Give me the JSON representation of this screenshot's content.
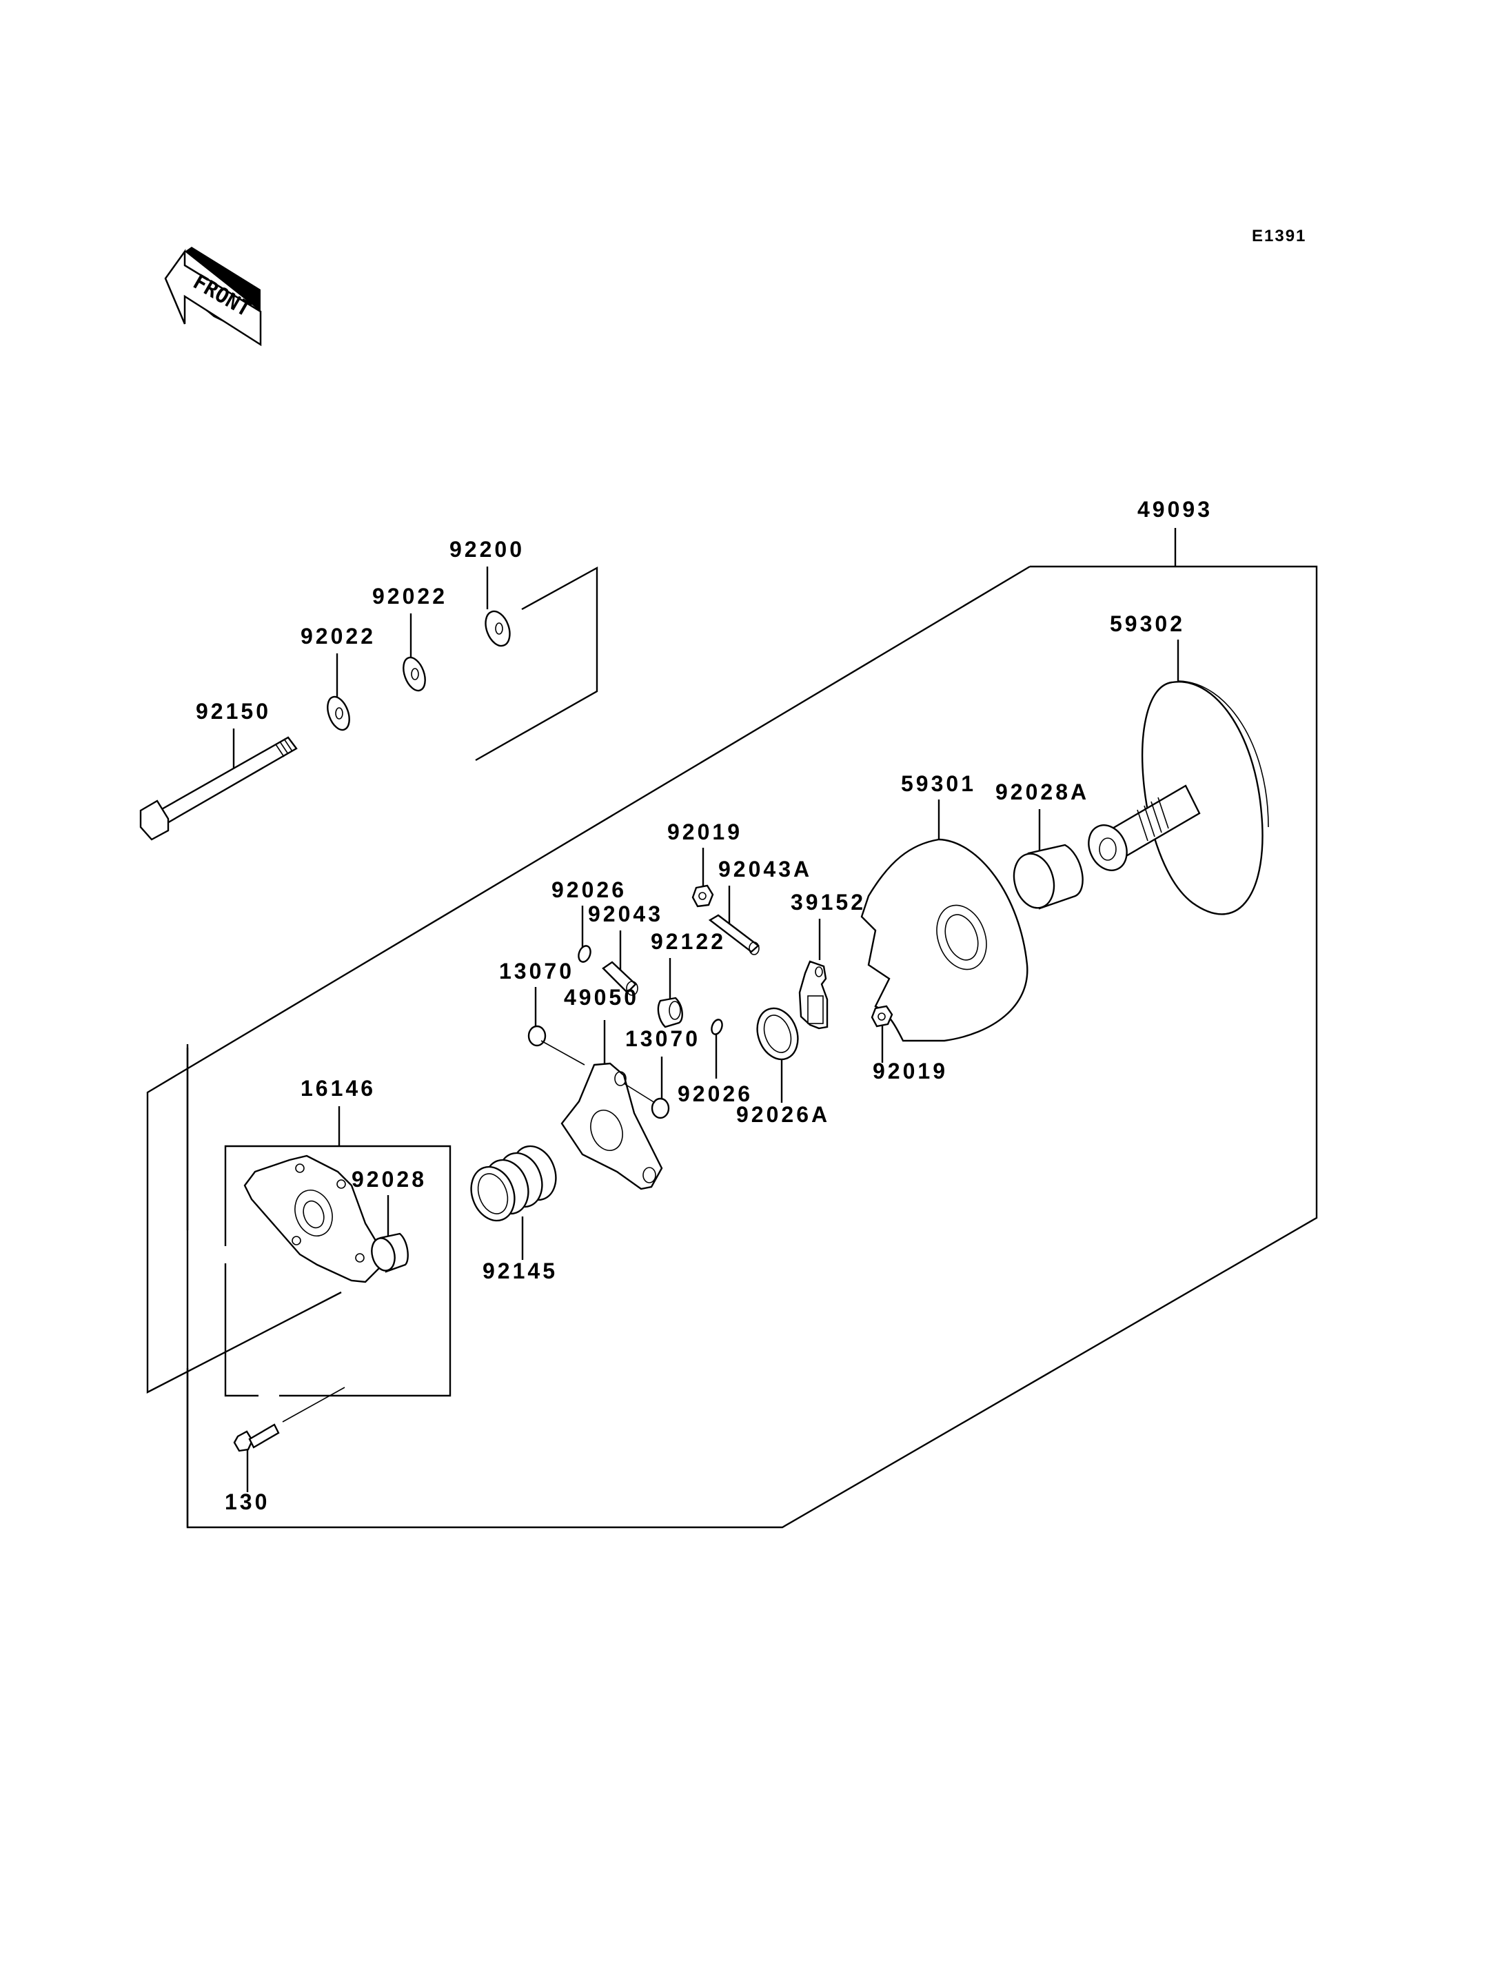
{
  "diagram": {
    "code": "E1391",
    "front_indicator": "FRONT",
    "assembly_label": "49093",
    "sub_assembly_label": "16146",
    "parts": [
      {
        "id": "92200",
        "name": "washer"
      },
      {
        "id": "92022",
        "name": "washer"
      },
      {
        "id": "92022",
        "name": "washer"
      },
      {
        "id": "92150",
        "name": "bolt"
      },
      {
        "id": "59302",
        "name": "fixed-sheave"
      },
      {
        "id": "59301",
        "name": "movable-sheave"
      },
      {
        "id": "92028A",
        "name": "bushing"
      },
      {
        "id": "92019",
        "name": "nut"
      },
      {
        "id": "92043A",
        "name": "pin"
      },
      {
        "id": "39152",
        "name": "weight-arm"
      },
      {
        "id": "92026",
        "name": "circlip"
      },
      {
        "id": "92043",
        "name": "pin"
      },
      {
        "id": "92122",
        "name": "roller"
      },
      {
        "id": "13070",
        "name": "slider"
      },
      {
        "id": "49050",
        "name": "spider"
      },
      {
        "id": "13070",
        "name": "slider"
      },
      {
        "id": "92026",
        "name": "circlip"
      },
      {
        "id": "92026A",
        "name": "washer"
      },
      {
        "id": "92019",
        "name": "nut"
      },
      {
        "id": "16146",
        "name": "cover"
      },
      {
        "id": "92028",
        "name": "bushing"
      },
      {
        "id": "92145",
        "name": "spring"
      },
      {
        "id": "130",
        "name": "flange-bolt"
      }
    ]
  }
}
